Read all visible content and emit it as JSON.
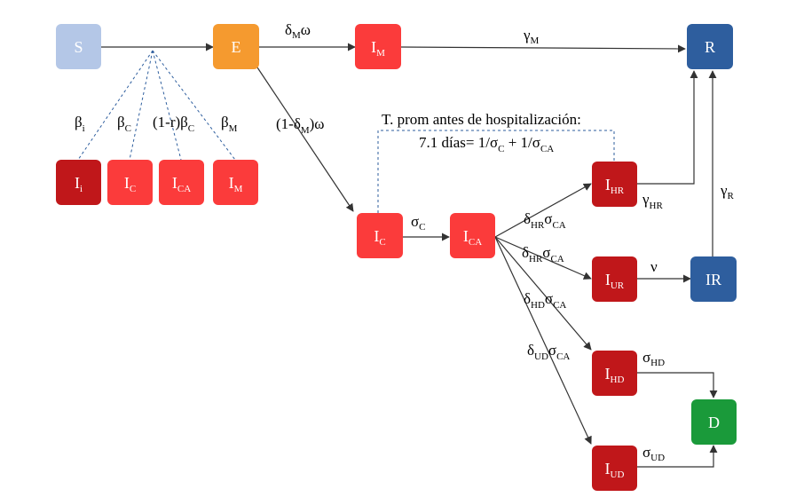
{
  "colors": {
    "susceptible": "#b4c7e7",
    "exposed": "#f59a2f",
    "infected_light": "#fb3b3b",
    "infected_dark": "#c0171a",
    "recovered": "#2e5e9e",
    "deceased": "#1a9a3a"
  },
  "nodes": {
    "S": {
      "main": "S",
      "sub": ""
    },
    "E": {
      "main": "E",
      "sub": ""
    },
    "IMt": {
      "main": "I",
      "sub": "M"
    },
    "R": {
      "main": "R",
      "sub": ""
    },
    "Ii": {
      "main": "I",
      "sub": "i"
    },
    "ICl": {
      "main": "I",
      "sub": "C"
    },
    "ICAl": {
      "main": "I",
      "sub": "CA"
    },
    "IMl": {
      "main": "I",
      "sub": "M"
    },
    "IC": {
      "main": "I",
      "sub": "C"
    },
    "ICA": {
      "main": "I",
      "sub": "CA"
    },
    "IHR": {
      "main": "I",
      "sub": "HR"
    },
    "IUR": {
      "main": "I",
      "sub": "UR"
    },
    "IR": {
      "main": "IR",
      "sub": ""
    },
    "IHD": {
      "main": "I",
      "sub": "HD"
    },
    "IUD": {
      "main": "I",
      "sub": "UD"
    },
    "D": {
      "main": "D",
      "sub": ""
    }
  },
  "labels": {
    "deltaM_omega": [
      "δ",
      "M",
      "ω"
    ],
    "gammaM": [
      "γ",
      "M"
    ],
    "beta_i": [
      "β",
      "i"
    ],
    "beta_C": [
      "β",
      "C"
    ],
    "one_minus_r_beta_C": [
      "(1-r)β",
      "C"
    ],
    "beta_M": [
      "β",
      "M"
    ],
    "one_minus_deltaM_omega": [
      "(1-δ",
      "M",
      ")ω"
    ],
    "hosp_line1": "T. prom antes de hospitalización:",
    "hosp_line2": [
      "7.1 días= 1/σ",
      "C",
      " + 1/σ",
      "CA"
    ],
    "sigma_C": [
      "σ",
      "C"
    ],
    "gamma_HR": [
      "γ",
      "HR"
    ],
    "gamma_R": [
      "γ",
      "R"
    ],
    "nu": "ν",
    "dHR_sCA_1": [
      "δ",
      "HR",
      "σ",
      "CA"
    ],
    "dHR_sCA_2": [
      "δ",
      "HR",
      "σ",
      "CA"
    ],
    "dHD_sCA": [
      "δ",
      "HD",
      "σ",
      "CA"
    ],
    "dUD_sCA": [
      "δ",
      "UD",
      "σ",
      "CA"
    ],
    "sigma_HD": [
      "σ",
      "HD"
    ],
    "sigma_UD": [
      "σ",
      "UD"
    ]
  }
}
